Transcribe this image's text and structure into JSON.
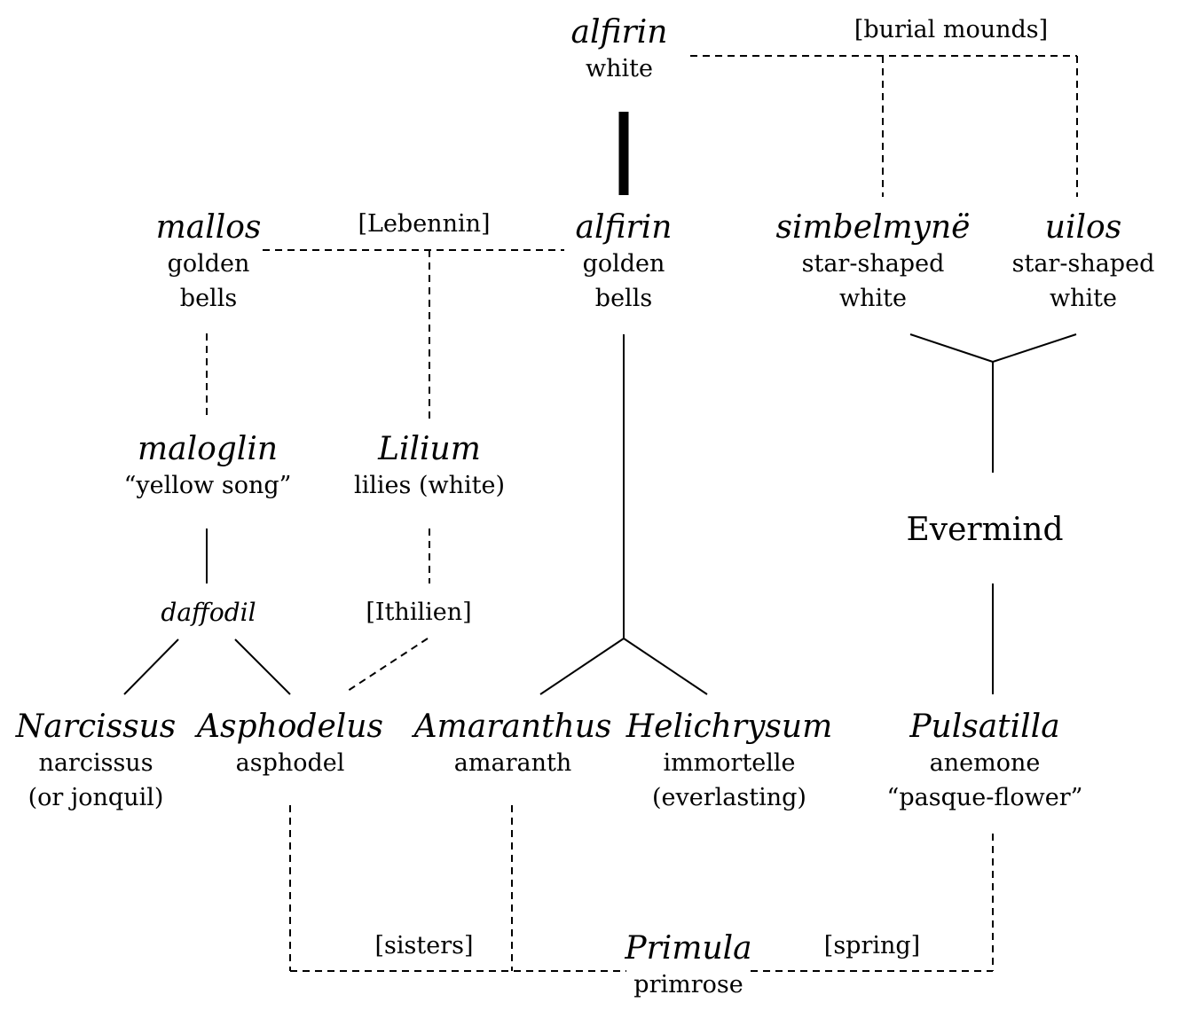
{
  "nodes": {
    "alfirin_white": {
      "name": "alfirin",
      "gloss": [
        "white"
      ]
    },
    "mallos": {
      "name": "mallos",
      "gloss": [
        "golden",
        "bells"
      ]
    },
    "alfirin_golden": {
      "name": "alfirin",
      "gloss": [
        "golden",
        "bells"
      ]
    },
    "simbelmyne": {
      "name": "simbelmynë",
      "gloss": [
        "star-shaped",
        "white"
      ]
    },
    "uilos": {
      "name": "uilos",
      "gloss": [
        "star-shaped",
        "white"
      ]
    },
    "maloglin": {
      "name": "maloglin",
      "gloss": [
        "“yellow song”"
      ]
    },
    "lilium": {
      "name": "Lilium",
      "gloss": [
        "lilies (white)"
      ]
    },
    "evermind": {
      "name": "Evermind",
      "gloss": []
    },
    "daffodil": {
      "name": "daffodil",
      "gloss": []
    },
    "narcissus": {
      "name": "Narcissus",
      "gloss": [
        "narcissus",
        "(or jonquil)"
      ]
    },
    "asphodelus": {
      "name": "Asphodelus",
      "gloss": [
        "asphodel"
      ]
    },
    "amaranthus": {
      "name": "Amaranthus",
      "gloss": [
        "amaranth"
      ]
    },
    "helichrysum": {
      "name": "Helichrysum",
      "gloss": [
        "immortelle",
        "(everlasting)"
      ]
    },
    "pulsatilla": {
      "name": "Pulsatilla",
      "gloss": [
        "anemone",
        "“pasque-flower”"
      ]
    },
    "primula": {
      "name": "Primula",
      "gloss": [
        "primrose"
      ]
    }
  },
  "tags": {
    "burial_mounds": "[burial mounds]",
    "lebennin": "[Lebennin]",
    "ithilien": "[Ithilien]",
    "sisters": "[sisters]",
    "spring": "[spring]"
  },
  "colors": {
    "line": "#000000",
    "background": "#ffffff"
  }
}
